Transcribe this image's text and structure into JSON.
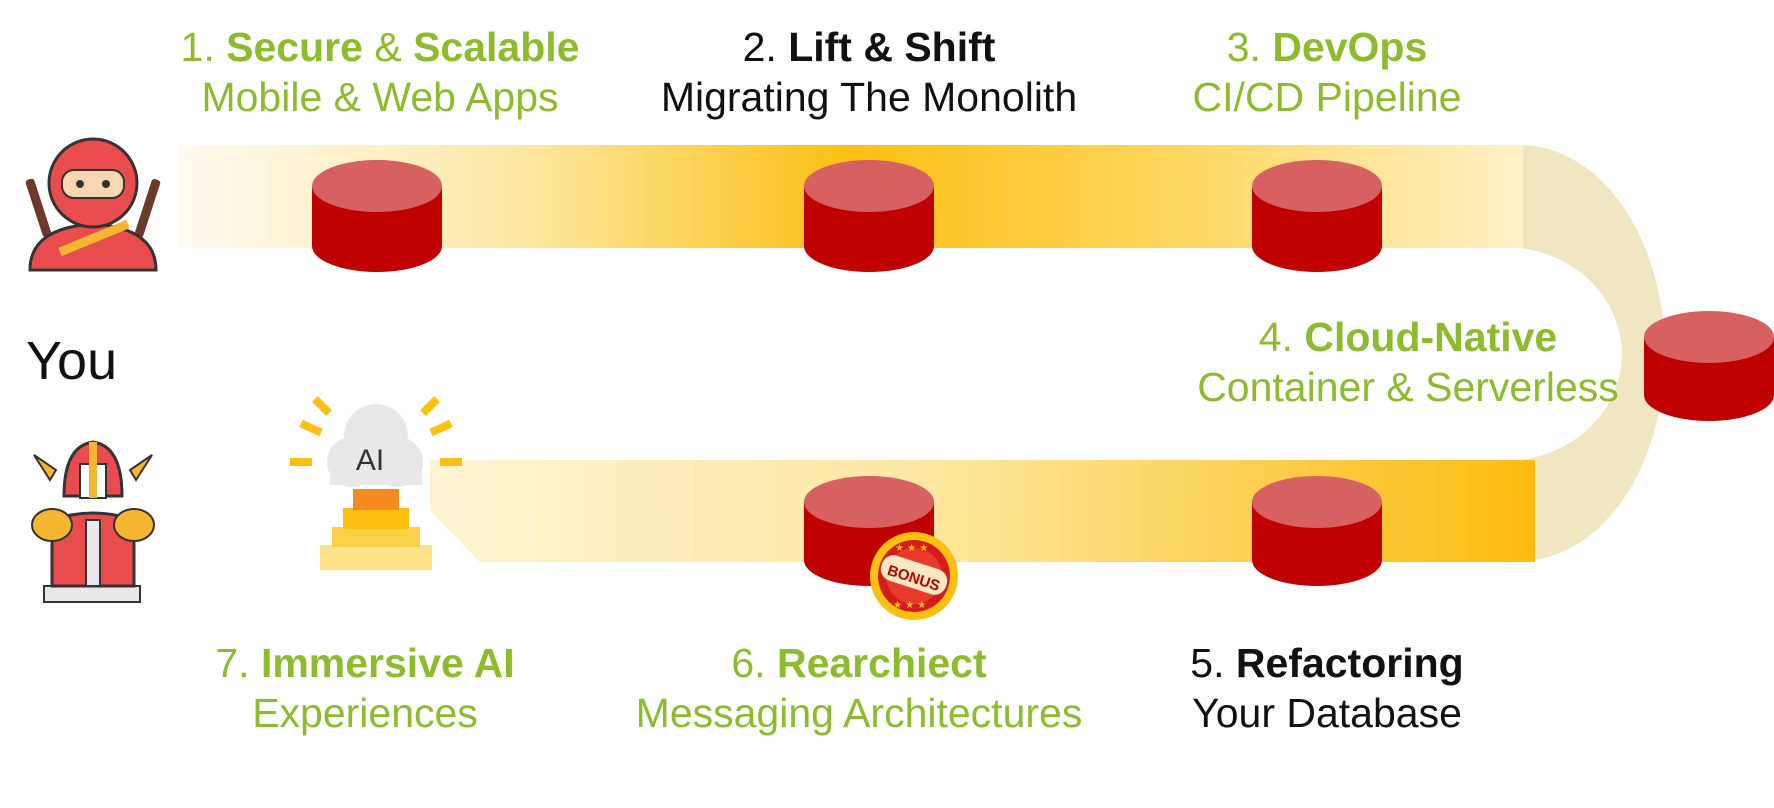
{
  "you_label": "You",
  "ai_label": "AI",
  "bonus_label": "BONUS",
  "colors": {
    "green_text": "#8cbc2d",
    "black_text": "#111111",
    "track_gold": "#fcbf12",
    "track_light": "#fff3d0",
    "track_curve": "#f1e6c2",
    "stop_top": "#d76060",
    "stop_side": "#c00000"
  },
  "steps": [
    {
      "num": "1.",
      "bold_a": "Secure",
      "joiner": "&",
      "bold_b": "Scalable",
      "subtitle": "Mobile & Web Apps",
      "tone": "green"
    },
    {
      "num": "2.",
      "bold": "Lift & Shift",
      "subtitle": "Migrating The Monolith",
      "tone": "black"
    },
    {
      "num": "3.",
      "bold": "DevOps",
      "subtitle": "CI/CD Pipeline",
      "tone": "green"
    },
    {
      "num": "4.",
      "bold": "Cloud-Native",
      "subtitle": "Container & Serverless",
      "tone": "green"
    },
    {
      "num": "5.",
      "bold": "Refactoring",
      "subtitle": "Your Database",
      "tone": "black"
    },
    {
      "num": "6.",
      "bold": "Rearchiect",
      "subtitle": "Messaging Architectures",
      "tone": "green"
    },
    {
      "num": "7.",
      "bold": "Immersive AI",
      "subtitle": "Experiences",
      "tone": "green"
    }
  ],
  "icons": {
    "start": "ninja-icon",
    "end": "armored-warrior-icon",
    "goal": "ai-cloud-pyramid-icon",
    "badge": "bonus-badge-icon"
  }
}
